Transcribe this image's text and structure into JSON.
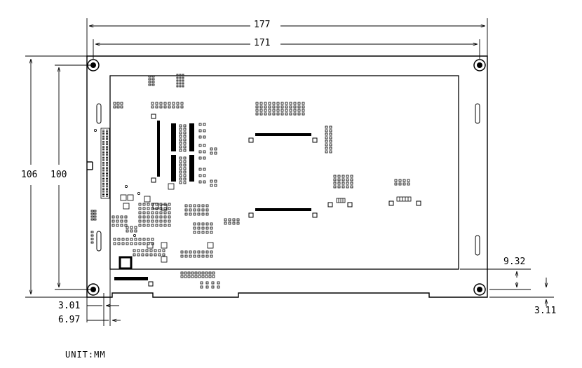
{
  "dimensions": {
    "outer_width": "177",
    "mounting_width": "171",
    "outer_height": "106",
    "mounting_height": "100",
    "active_bottom_offset": "9.32",
    "hole_offset": "3.11",
    "left_offset_a": "3.01",
    "left_offset_b": "6.97"
  },
  "unit_label": "UNIT:MM"
}
